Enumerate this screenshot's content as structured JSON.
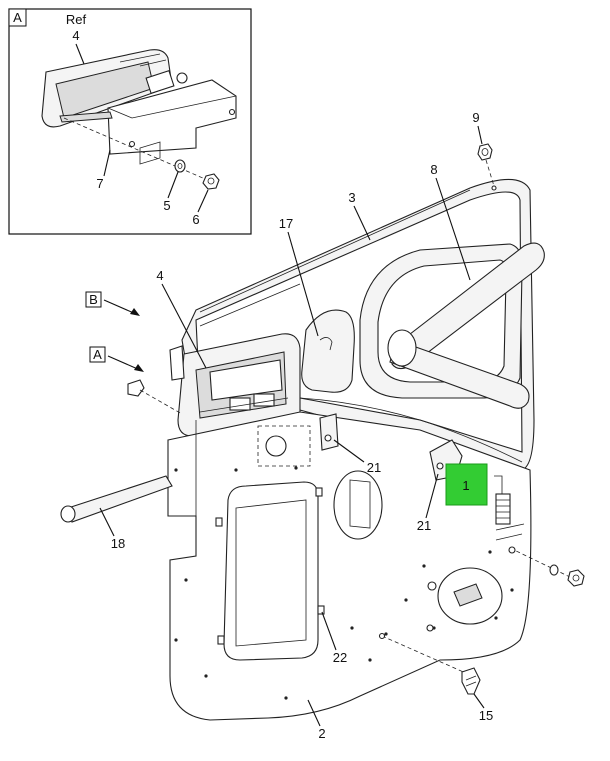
{
  "inset": {
    "view_tag": "A",
    "ref_text": "Ref"
  },
  "view_tags": [
    "B",
    "A"
  ],
  "callouts": {
    "inset_4": "4",
    "inset_5": "5",
    "inset_6": "6",
    "inset_7": "7",
    "c1": "1",
    "c2": "2",
    "c3": "3",
    "c4": "4",
    "c8": "8",
    "c9": "9",
    "c15": "15",
    "c17": "17",
    "c18": "18",
    "c21a": "21",
    "c21b": "21",
    "c22": "22"
  },
  "colors": {
    "highlight": "#33cc33",
    "line": "#111111"
  }
}
